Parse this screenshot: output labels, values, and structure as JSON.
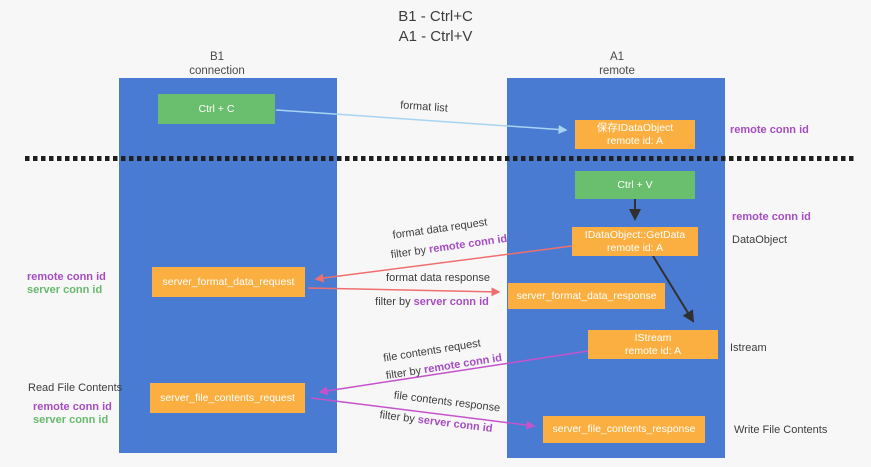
{
  "title": {
    "line1": "B1 - Ctrl+C",
    "line2": "A1 - Ctrl+V"
  },
  "columns": {
    "left": {
      "name": "B1",
      "role": "connection"
    },
    "right": {
      "name": "A1",
      "role": "remote"
    }
  },
  "nodes": {
    "ctrl_c": {
      "label": "Ctrl + C"
    },
    "ctrl_v": {
      "label": "Ctrl + V"
    },
    "save_dataobject": {
      "line1": "保存IDataObject",
      "line2": "remote id: A"
    },
    "getdata": {
      "line1": "IDataObject::GetData",
      "line2": "remote id: A"
    },
    "istream": {
      "line1": "IStream",
      "line2": "remote id: A"
    },
    "format_request": {
      "label": "server_format_data_request"
    },
    "format_response": {
      "label": "server_format_data_response"
    },
    "file_request": {
      "label": "server_file_contents_request"
    },
    "file_response": {
      "label": "server_file_contents_response"
    }
  },
  "side_labels": {
    "remote_conn_id_right_1": "remote conn id",
    "remote_conn_id_right_2": "remote conn id",
    "dataobject": "DataObject",
    "istream": "Istream",
    "write_file_contents": "Write File Contents",
    "remote_conn_id_left_1": "remote conn id",
    "server_conn_id_left_1": "server conn id",
    "read_file_contents": "Read File Contents",
    "remote_conn_id_left_2": "remote conn id",
    "server_conn_id_left_2": "server conn id"
  },
  "arrow_labels": {
    "format_list": "format list",
    "format_data_request": "format data request",
    "filter_by_1_prefix": "filter by ",
    "filter_by_1_value": "remote conn id",
    "format_data_response": "format data response",
    "filter_by_2_prefix": "filter by ",
    "filter_by_2_value": "server conn id",
    "file_contents_request": "file contents request",
    "filter_by_3_prefix": "filter by ",
    "filter_by_3_value": "remote conn id",
    "file_contents_response": "file contents response",
    "filter_by_4_prefix": "filter by ",
    "filter_by_4_value": "server conn id"
  },
  "colors": {
    "background": "#f7f7f8",
    "column_blue": "#4a7bd3",
    "box_green": "#6abf6e",
    "box_orange": "#faaf40",
    "purple_text": "#a64dc3",
    "green_text": "#68b96e",
    "red_arrow": "#ef6f6f",
    "magenta_arrow": "#c653cc",
    "light_blue_arrow": "#a6d4f2",
    "black_arrow": "#303030",
    "dashed_line": "#1f1f1f"
  }
}
